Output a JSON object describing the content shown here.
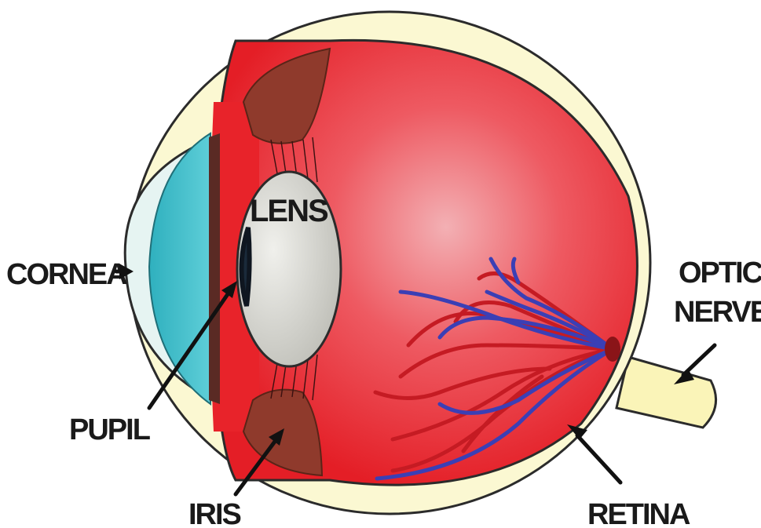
{
  "labels": {
    "cornea": "CORNEA",
    "lens": "LENS",
    "pupil": "PUPIL",
    "iris": "IRIS",
    "optic_nerve_line1": "OPTIC",
    "optic_nerve_line2": "NERVE",
    "retina": "RETINA"
  },
  "colors": {
    "sclera": "#FBF8D2",
    "outline": "#2b2b2b",
    "eyeball": "#E8232A",
    "eyeball_highlight": "#F08A8E",
    "cornea": "#3BBCC8",
    "lens": "#D9D9D2",
    "iris": "#8F3A2C",
    "vessel_red": "#D81E26",
    "vessel_blue": "#3B3FB5",
    "optic_nerve": "#FAF4B8"
  }
}
